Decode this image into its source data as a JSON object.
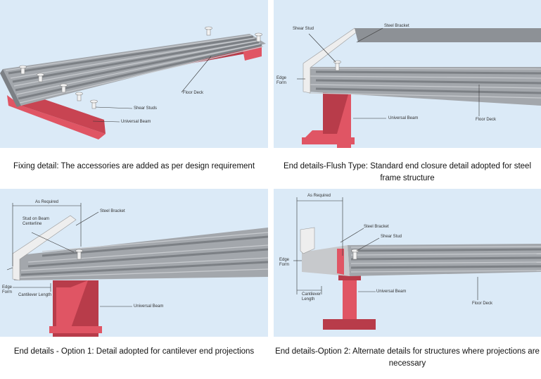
{
  "colors": {
    "panel_bg": "#dbeaf7",
    "deck": "#9a9ea3",
    "deck_dark": "#6f7378",
    "beam": "#e05564",
    "beam_dark": "#b83c4a",
    "stud": "#f2f2f2"
  },
  "panels": [
    {
      "labels": {
        "floor_deck": "Floor Deck",
        "shear_studs": "Shear Studs",
        "universal_beam": "Universal Beam"
      },
      "caption": "Fixing detail: The accessories are added as per design requirement"
    },
    {
      "labels": {
        "shear_stud": "Shear Stud",
        "steel_bracket": "Steel Bracket",
        "edge_form": "Edge\nForm",
        "universal_beam": "Universal Beam",
        "floor_deck": "Floor Deck"
      },
      "caption": "End details-Flush Type: Standard end closure detail adopted for steel frame structure"
    },
    {
      "labels": {
        "as_required": "As Required",
        "stud_on_beam": "Stud on Beam\nCenterline",
        "steel_bracket": "Steel Bracket",
        "edge_form": "Edge\nForm",
        "cantilever_length": "Cantilever Length",
        "universal_beam": "Universal Beam"
      },
      "caption": "End details - Option 1: Detail adopted for cantilever end projections"
    },
    {
      "labels": {
        "as_required": "As Required",
        "steel_bracket": "Steel Bracket",
        "shear_stud": "Shear Stud",
        "edge_form": "Edge\nForm",
        "universal_beam": "Universal Beam",
        "cantilever_length": "Cantilever\nLength",
        "floor_deck": "Floor Deck"
      },
      "caption": "End details-Option 2: Alternate details for structures where projections are necessary"
    }
  ]
}
